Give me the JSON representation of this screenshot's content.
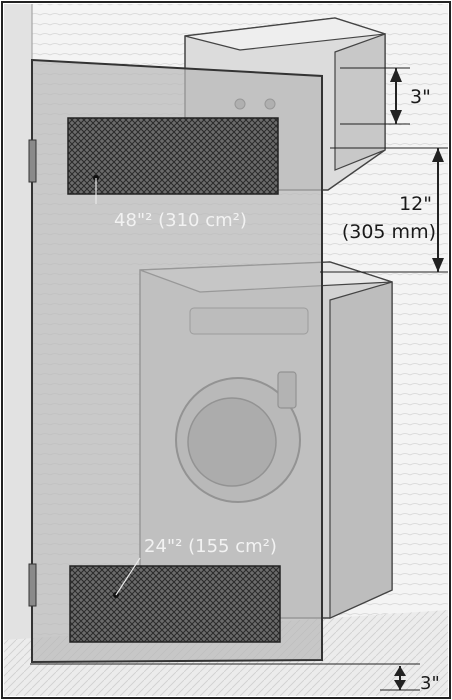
{
  "labels": {
    "top_gap": "3\"",
    "cabinet_clearance": "12\"",
    "cabinet_clearance_metric": "(305 mm)",
    "upper_vent_area": "48\"² (310 cm²)",
    "lower_vent_area": "24\"² (155 cm²)",
    "bottom_gap": "3\""
  }
}
